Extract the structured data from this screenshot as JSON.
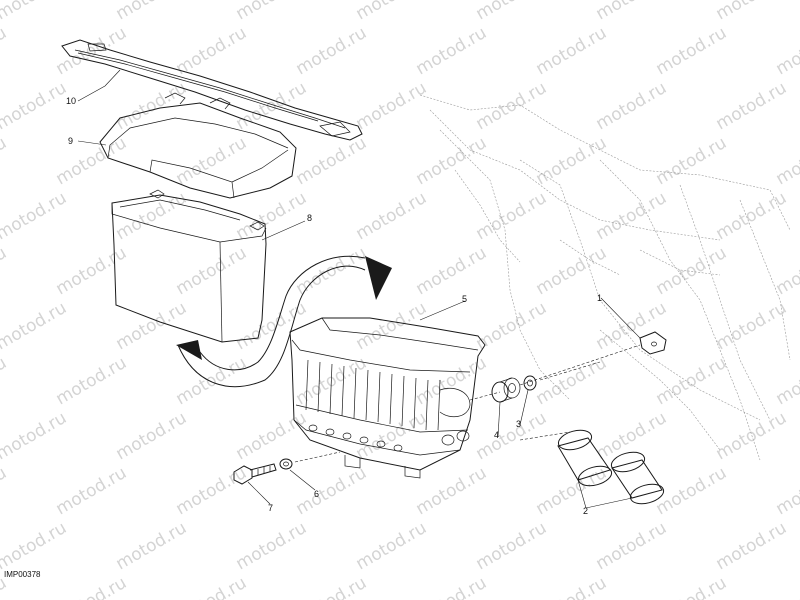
{
  "diagram": {
    "reference_code": "IMP00378",
    "watermark_text": "motod.ru",
    "parts": [
      {
        "number": "1",
        "icon": "bracket-clip"
      },
      {
        "number": "2",
        "icon": "cylindrical-rubber-mount"
      },
      {
        "number": "3",
        "icon": "washer"
      },
      {
        "number": "4",
        "icon": "spacer-bushing"
      },
      {
        "number": "5",
        "icon": "battery-holder-tray"
      },
      {
        "number": "6",
        "icon": "washer"
      },
      {
        "number": "7",
        "icon": "bolt"
      },
      {
        "number": "8",
        "icon": "battery"
      },
      {
        "number": "9",
        "icon": "battery-cover"
      },
      {
        "number": "10",
        "icon": "retaining-strap"
      }
    ],
    "colors": {
      "line": "#1a1a1a",
      "watermark": "#d4d4d4",
      "frame_ghost": "#9a9a9a"
    }
  }
}
